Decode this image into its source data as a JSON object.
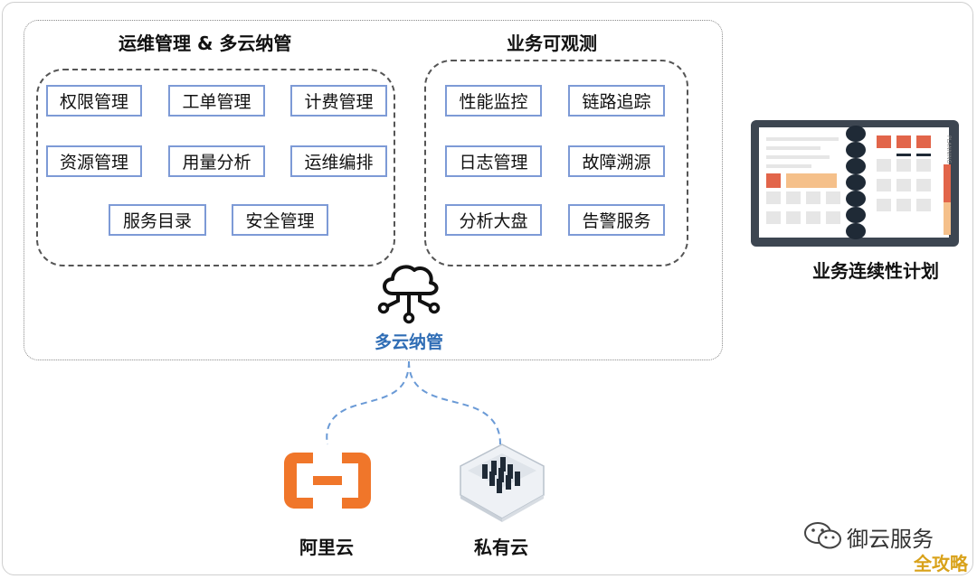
{
  "ops_section": {
    "title": "运维管理 & 多云纳管",
    "items": [
      "权限管理",
      "工单管理",
      "计费管理",
      "资源管理",
      "用量分析",
      "运维编排",
      "服务目录",
      "安全管理"
    ]
  },
  "observability_section": {
    "title": "业务可观测",
    "items": [
      "性能监控",
      "链路追踪",
      "日志管理",
      "故障溯源",
      "分析大盘",
      "告警服务"
    ]
  },
  "hub": {
    "label": "多云纳管",
    "icon": "cloud-network-icon"
  },
  "providers": [
    {
      "label": "阿里云",
      "icon": "aliyun-logo-icon"
    },
    {
      "label": "私有云",
      "icon": "server-room-icon"
    }
  ],
  "bcp": {
    "label": "业务连续性计划",
    "icon": "planner-notebook-icon",
    "notebook_text": "PLANNING"
  },
  "watermark": {
    "text": "御云服务",
    "corner": "全攻略"
  },
  "colors": {
    "box_border": "#7d9ad6",
    "hub_text": "#2f6db5",
    "aliyun_orange": "#f0762a",
    "connector": "#6a9ad6",
    "corner_tag": "#d9a21a"
  }
}
